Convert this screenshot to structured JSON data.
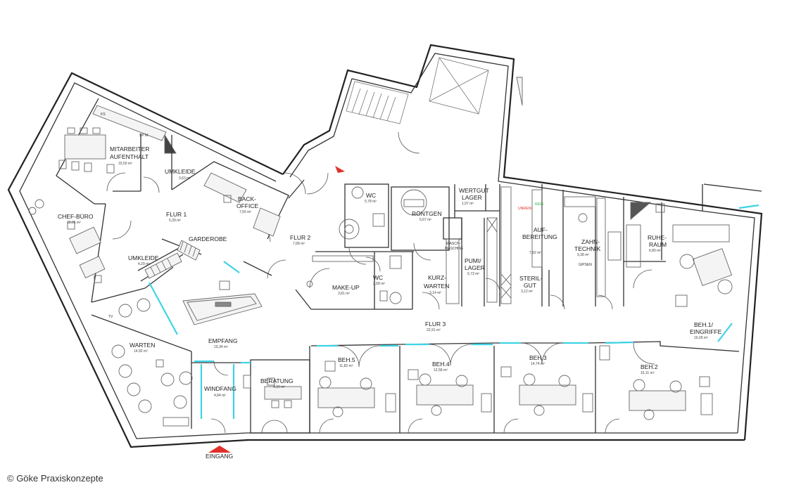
{
  "copyright": "© Göke Praxiskonzepte",
  "entrance_label": "EINGANG",
  "accent_color": "#e0302a",
  "glass_color": "#3fd3e6",
  "rooms": {
    "mitarbeiter_1": "MITARBEITER",
    "mitarbeiter_2": "AUFENTHALT",
    "mitarbeiter_area": "15,50 m²",
    "umkleide_top": "UMKLEIDE",
    "umkleide_top_area": "3,63 m²",
    "backoffice_1": "BACK-",
    "backoffice_2": "OFFICE",
    "backoffice_area": "7,55 m²",
    "chef": "CHEF-BÜRO",
    "chef_area": "12,95 m²",
    "flur1": "FLUR 1",
    "flur1_area": "5,39 m²",
    "garderobe": "GARDEROBE",
    "umkleide_mid": "UMKLEIDE",
    "umkleide_mid_area": "4,20 m²",
    "flur2": "FLUR 2",
    "flur2_area": "7,68 m²",
    "wc1": "WC",
    "wc1_area": "5,78 m²",
    "roentgen": "RÖNTGEN",
    "roentgen_area": "5,67 m²",
    "wertgut_1": "WERTGUT",
    "wertgut_2": "LAGER",
    "wertgut_area": "1,97 m²",
    "aufbereitung_1": "AUF-",
    "aufbereitung_2": "BEREITUNG",
    "aufbereitung_area": "7,92 m²",
    "zahntechnik_1": "ZAHN-",
    "zahntechnik_2": "TECHNIK",
    "zahntechnik_area": "9,38 m²",
    "ruheraum_1": "RUHE-",
    "ruheraum_2": "RAUM",
    "ruheraum_area": "6,80 m²",
    "waschmaschine_1": "WASCH-",
    "waschmaschine_2": "MASCHINE",
    "pumi_1": "PUMI/",
    "pumi_2": "LAGER",
    "pumi_area": "6,73 m²",
    "sterilgut_1": "STERIL-",
    "sterilgut_2": "GUT",
    "sterilgut_area": "3,12 m²",
    "gipsen": "GIPSEN",
    "unrein": "UNREIN",
    "rein": "REIN",
    "make_up": "MAKE-UP",
    "make_up_area": "3,81 m²",
    "wc2": "WC",
    "wc2_area": "2,68 m²",
    "kurzwarten_1": "KURZ-",
    "kurzwarten_2": "WARTEN",
    "kurzwarten_area": "3,14 m²",
    "flur3": "FLUR 3",
    "flur3_area": "22,91 m²",
    "beh1_1": "BEH.1/",
    "beh1_2": "EINGRIFFE",
    "beh1_area": "16,09 m²",
    "warten": "WARTEN",
    "warten_area": "14,92 m²",
    "empfang": "EMPFANG",
    "empfang_area": "19,34 m²",
    "windfang": "WINDFANG",
    "windfang_area": "4,84 m²",
    "beratung": "BERATUNG",
    "beratung_area": "4,39 m²",
    "beh5": "BEH.5",
    "beh5_area": "11,82 m²",
    "beh4": "BEH.4",
    "beh4_area": "12,58 m²",
    "beh3": "BEH.3",
    "beh3_area": "14,74 m²",
    "beh2": "BEH.2",
    "beh2_area": "16,11 m²",
    "tv": "TV",
    "ks": "KS",
    "sp_m": "SP M"
  }
}
